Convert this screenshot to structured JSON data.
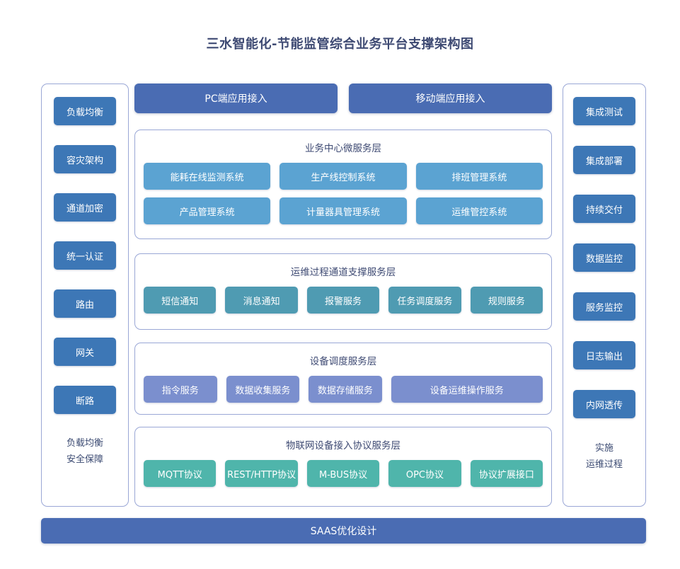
{
  "title": "三水智能化-节能监管综合业务平台支撑架构图",
  "colors": {
    "sidebar_chip": "#3d77b6",
    "access_button": "#4a6cb3",
    "business_chip": "#5ba3d2",
    "ops_chip": "#4f9bb2",
    "device_chip": "#7b8fce",
    "protocol_chip": "#4fb5ab",
    "panel_border": "#9aa7d6",
    "text_dark": "#3b4a72",
    "background": "#ffffff"
  },
  "left_sidebar": {
    "items": [
      {
        "label": "负载均衡"
      },
      {
        "label": "容灾架构"
      },
      {
        "label": "通道加密"
      },
      {
        "label": "统一认证"
      },
      {
        "label": "路由"
      },
      {
        "label": "网关"
      },
      {
        "label": "断路"
      }
    ],
    "footer_line1": "负载均衡",
    "footer_line2": "安全保障"
  },
  "right_sidebar": {
    "items": [
      {
        "label": "集成测试"
      },
      {
        "label": "集成部署"
      },
      {
        "label": "持续交付"
      },
      {
        "label": "数据监控"
      },
      {
        "label": "服务监控"
      },
      {
        "label": "日志输出"
      },
      {
        "label": "内网透传"
      }
    ],
    "footer_line1": "实施",
    "footer_line2": "运维过程"
  },
  "access": {
    "buttons": [
      {
        "label": "PC端应用接入"
      },
      {
        "label": "移动端应用接入"
      }
    ]
  },
  "layers": [
    {
      "id": "business",
      "title": "业务中心微服务层",
      "rows": [
        [
          {
            "label": "能耗在线监测系统"
          },
          {
            "label": "生产线控制系统"
          },
          {
            "label": "排班管理系统"
          }
        ],
        [
          {
            "label": "产品管理系统"
          },
          {
            "label": "计量器具管理系统"
          },
          {
            "label": "运维管控系统"
          }
        ]
      ]
    },
    {
      "id": "ops",
      "title": "运维过程通道支撑服务层",
      "rows": [
        [
          {
            "label": "短信通知"
          },
          {
            "label": "消息通知"
          },
          {
            "label": "报警服务"
          },
          {
            "label": "任务调度服务"
          },
          {
            "label": "规则服务"
          }
        ]
      ]
    },
    {
      "id": "device",
      "title": "设备调度服务层",
      "rows": [
        [
          {
            "label": "指令服务"
          },
          {
            "label": "数据收集服务"
          },
          {
            "label": "数据存储服务"
          },
          {
            "label": "设备运维操作服务",
            "wide": true
          }
        ]
      ]
    },
    {
      "id": "proto",
      "title": "物联网设备接入协议服务层",
      "rows": [
        [
          {
            "label": "MQTT协议"
          },
          {
            "label": "REST/HTTP协议"
          },
          {
            "label": "M-BUS协议"
          },
          {
            "label": "OPC协议"
          },
          {
            "label": "协议扩展接口"
          }
        ]
      ]
    }
  ],
  "bottom_bar": {
    "label": "SAAS优化设计"
  }
}
